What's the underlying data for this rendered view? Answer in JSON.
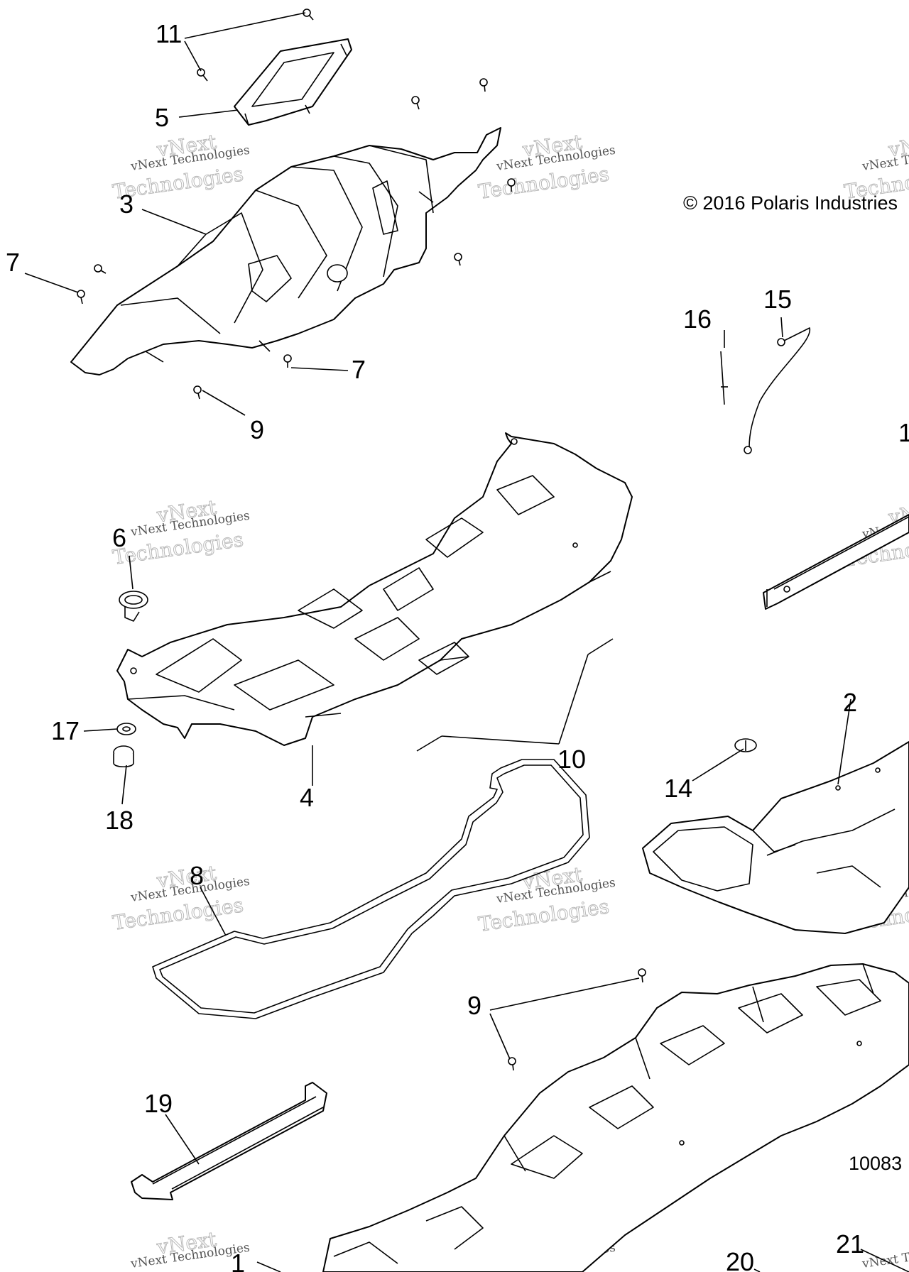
{
  "copyright": "© 2016 Polaris Industries",
  "document_number": "10083",
  "watermark": {
    "line1": "vNext Technologies",
    "line2": "vNext",
    "line3": "Technologies"
  },
  "callouts": {
    "c1": "1",
    "c2": "2",
    "c3": "3",
    "c4": "4",
    "c5": "5",
    "c6": "6",
    "c7a": "7",
    "c7b": "7",
    "c8": "8",
    "c9a": "9",
    "c9b": "9",
    "c10": "10",
    "c11": "11",
    "c12": "1",
    "c14": "14",
    "c15": "15",
    "c16": "16",
    "c17": "17",
    "c18": "18",
    "c19": "19",
    "c20": "20",
    "c21": "21"
  }
}
